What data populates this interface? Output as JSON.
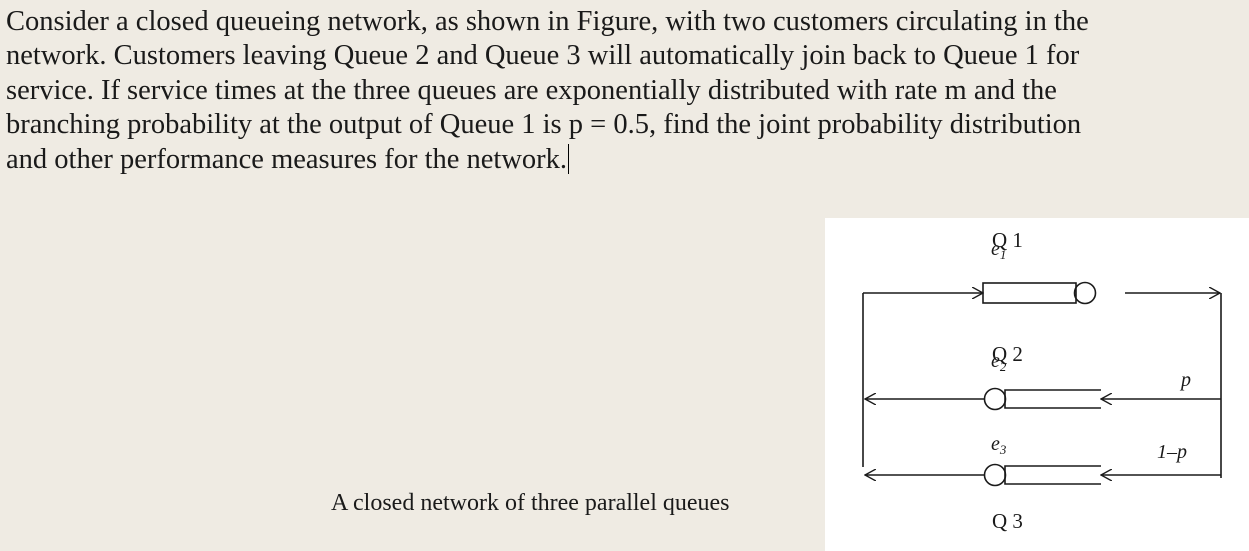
{
  "problem": {
    "lines": [
      "Consider a closed queueing network, as shown in Figure, with two customers circulating in the",
      "network. Customers leaving Queue 2 and Queue 3 will automatically join back to Queue 1 for",
      "service. If service times at the three queues are exponentially distributed with rate m and the",
      "branching probability at the output of Queue 1 is p = 0.5, find the joint probability distribution",
      "and other performance measures for the network."
    ]
  },
  "caption": "A closed network of three parallel queues",
  "figure": {
    "q1_label": "Q 1",
    "q2_label": "Q 2",
    "q3_label": "Q 3",
    "e1_base": "e",
    "e1_sub": "1",
    "e2_base": "e",
    "e2_sub": "2",
    "e3_base": "e",
    "e3_sub": "3",
    "p_label": "p",
    "one_minus_p_label": "1–p"
  }
}
